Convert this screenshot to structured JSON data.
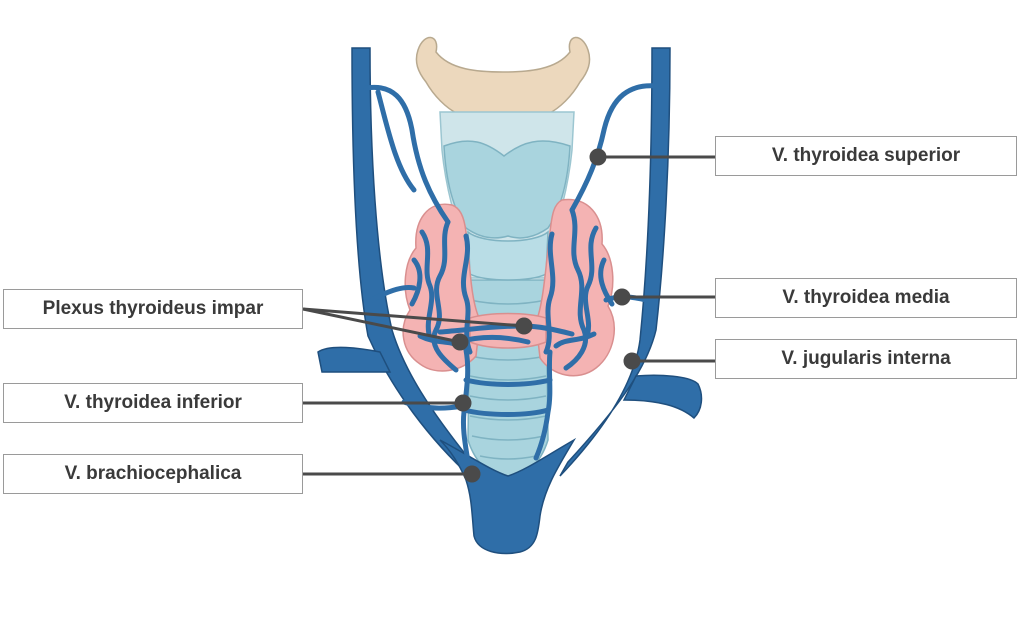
{
  "labels": {
    "thyroidea_superior": "V. thyroidea superior",
    "thyroidea_media": "V. thyroidea media",
    "jugularis_interna": "V. jugularis interna",
    "plexus_thyroideus_impar": "Plexus thyroideus impar",
    "thyroidea_inferior": "V. thyroidea inferior",
    "brachiocephalica": "V. brachiocephalica"
  },
  "colors": {
    "vein": "#2f6ea8",
    "vein_outline": "#1f4f7e",
    "thyroid": "#f4b3b3",
    "thyroid_outline": "#d98f8f",
    "trachea": "#a9d4de",
    "cartilage": "#cfe5ea",
    "hyoid": "#ecd8bd",
    "leader": "#4a4a4a"
  }
}
